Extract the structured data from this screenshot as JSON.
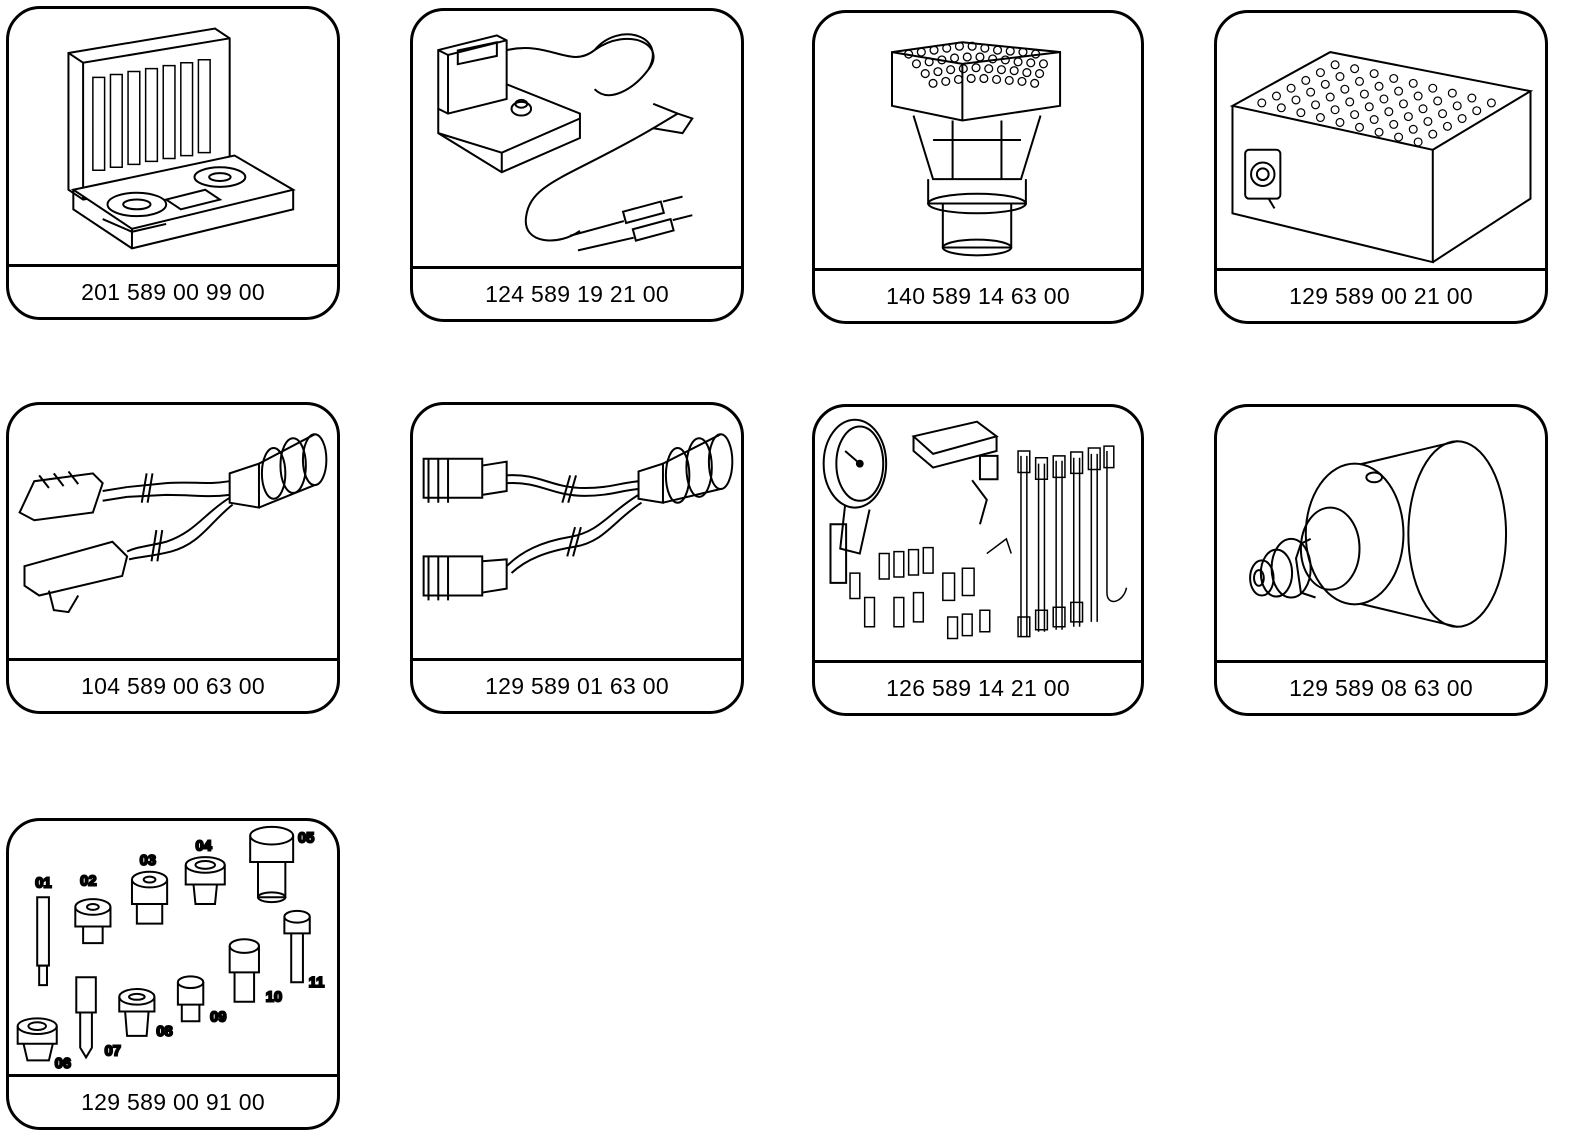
{
  "tools": [
    {
      "part_number": "201 589 00 99 00",
      "icon": "tool-case-icon"
    },
    {
      "part_number": "124 589 19 21 00",
      "icon": "digital-tester-icon"
    },
    {
      "part_number": "140 589 14 63 00",
      "icon": "multi-pin-adapter-icon"
    },
    {
      "part_number": "129 589 00 21 00",
      "icon": "pin-box-icon"
    },
    {
      "part_number": "104 589 00 63 00",
      "icon": "y-cable-adapter-icon"
    },
    {
      "part_number": "129 589 01 63 00",
      "icon": "dual-connector-cable-icon"
    },
    {
      "part_number": "126 589 14 21 00",
      "icon": "pressure-gauge-kit-icon"
    },
    {
      "part_number": "129 589 08 63 00",
      "icon": "cylinder-adapter-icon"
    },
    {
      "part_number": "129 589 00 91 00",
      "icon": "adapter-set-icon"
    }
  ],
  "adapter_parts": [
    "01",
    "02",
    "03",
    "04",
    "05",
    "06",
    "07",
    "08",
    "09",
    "10",
    "11"
  ]
}
